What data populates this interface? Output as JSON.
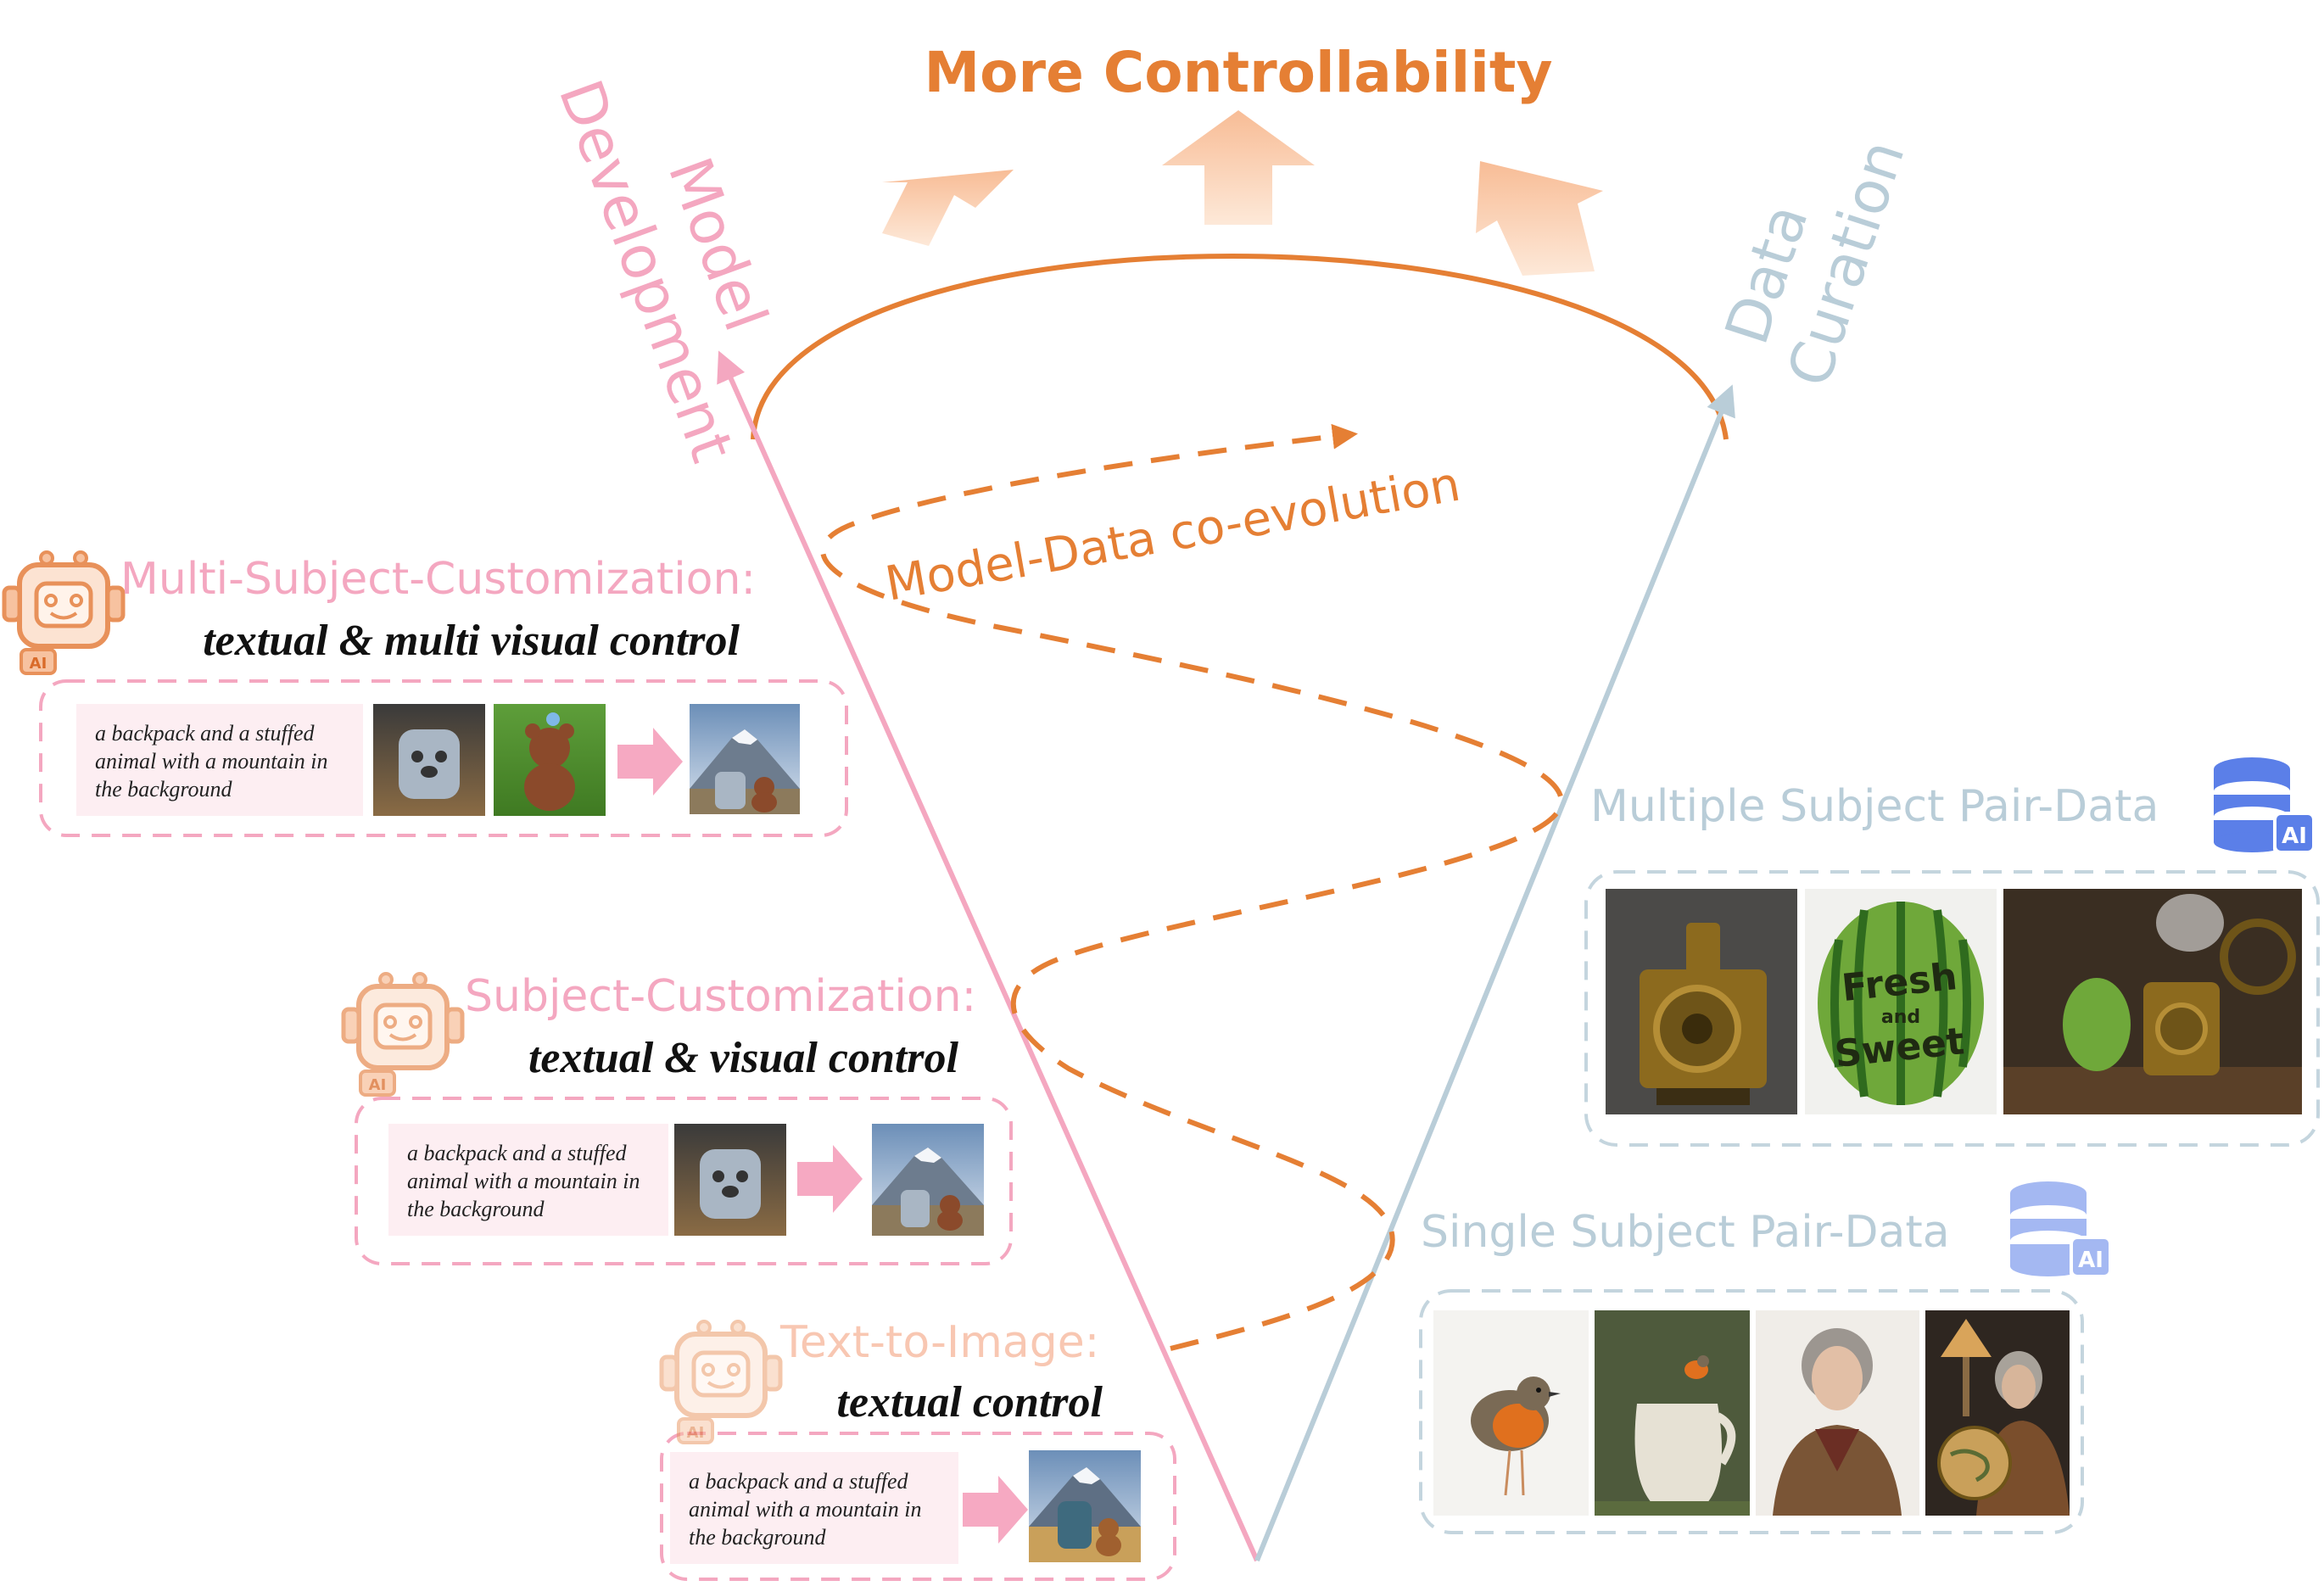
{
  "header": {
    "title": "More Controllability"
  },
  "axes": {
    "left_line1": "Model",
    "left_line2": "Development",
    "right_line1": "Data",
    "right_line2": "Curation"
  },
  "coevolution_label": "Model-Data co-evolution",
  "stages": [
    {
      "title": "Multi-Subject-Customization:",
      "control": "textual & multi visual control",
      "prompt": "a backpack and a stuffed animal with a mountain in the background"
    },
    {
      "title": "Subject-Customization:",
      "control": "textual & visual control",
      "prompt": "a backpack and a stuffed animal with a mountain in the background"
    },
    {
      "title": "Text-to-Image:",
      "control": "textual control",
      "prompt": "a backpack and a stuffed animal with a mountain in the background"
    }
  ],
  "data_panels": [
    {
      "title": "Multiple Subject Pair-Data",
      "db_badge": "AI"
    },
    {
      "title": "Single Subject Pair-Data",
      "db_badge": "AI"
    }
  ],
  "robot_badge": "AI",
  "images_multi_pair": [
    {
      "subject": "steampunk-machine"
    },
    {
      "subject": "fresh-and-sweet-watermelon"
    },
    {
      "subject": "machine-with-watermelon"
    }
  ],
  "watermelon_text": {
    "line1": "Fresh",
    "line2": "and",
    "line3": "Sweet"
  },
  "colors": {
    "orange": "#E57F34",
    "pink": "#F4A7C0",
    "blue_gray": "#B9CDD8",
    "prompt_bg": "#FDEEF2",
    "db_blue": "#5B7FE8"
  }
}
